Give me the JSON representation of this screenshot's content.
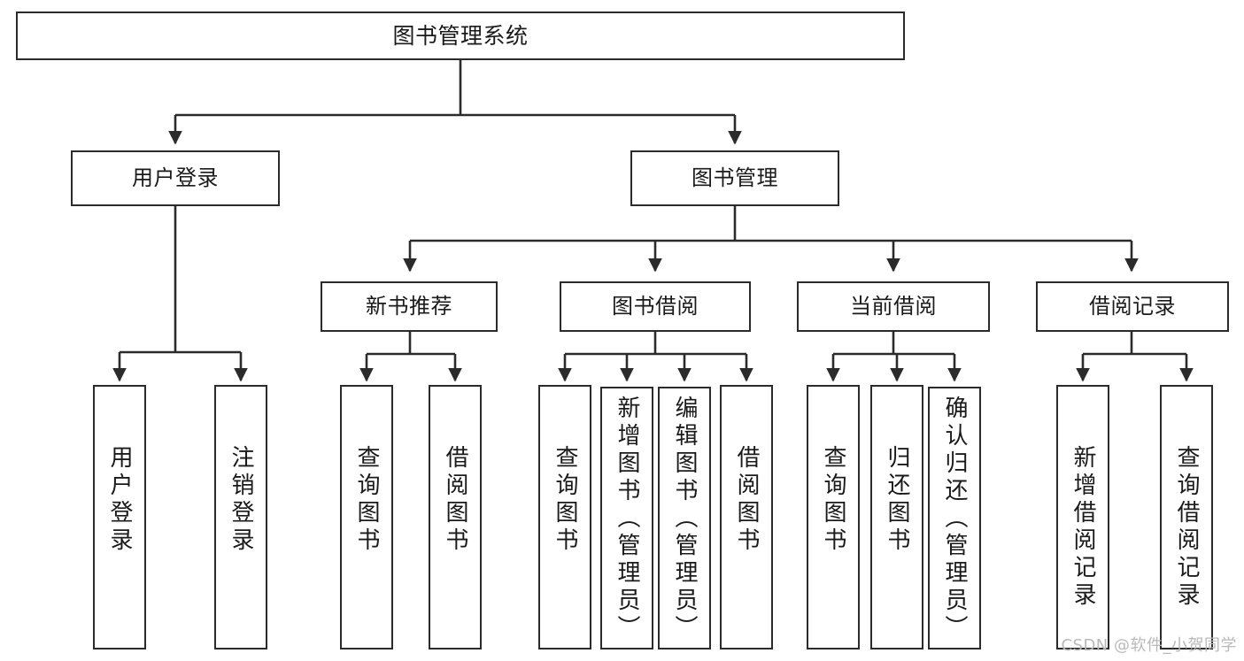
{
  "diagram": {
    "title": "图书管理系统",
    "type": "tree",
    "watermark": "CSDN @软件_小贺同学",
    "stroke_color": "#2b2b2b",
    "fill_color": "#ffffff",
    "text_color": "#1a1a1a",
    "nodes": {
      "root": {
        "label": "图书管理系统"
      },
      "level2": [
        {
          "label": "用户登录"
        },
        {
          "label": "图书管理"
        }
      ],
      "level3": [
        {
          "label": "新书推荐"
        },
        {
          "label": "图书借阅"
        },
        {
          "label": "当前借阅"
        },
        {
          "label": "借阅记录"
        }
      ],
      "leaves": {
        "user_login": [
          {
            "label": "用户登录"
          },
          {
            "label": "注销登录"
          }
        ],
        "new_book_recommend": [
          {
            "label": "查询图书"
          },
          {
            "label": "借阅图书"
          }
        ],
        "book_borrow": [
          {
            "label": "查询图书"
          },
          {
            "label": "新增图书（管理员）"
          },
          {
            "label": "编辑图书（管理员）"
          },
          {
            "label": "借阅图书"
          }
        ],
        "current_borrow": [
          {
            "label": "查询图书"
          },
          {
            "label": "归还图书"
          },
          {
            "label": "确认归还（管理员）"
          }
        ],
        "borrow_record": [
          {
            "label": "新增借阅记录"
          },
          {
            "label": "查询借阅记录"
          }
        ]
      }
    }
  }
}
